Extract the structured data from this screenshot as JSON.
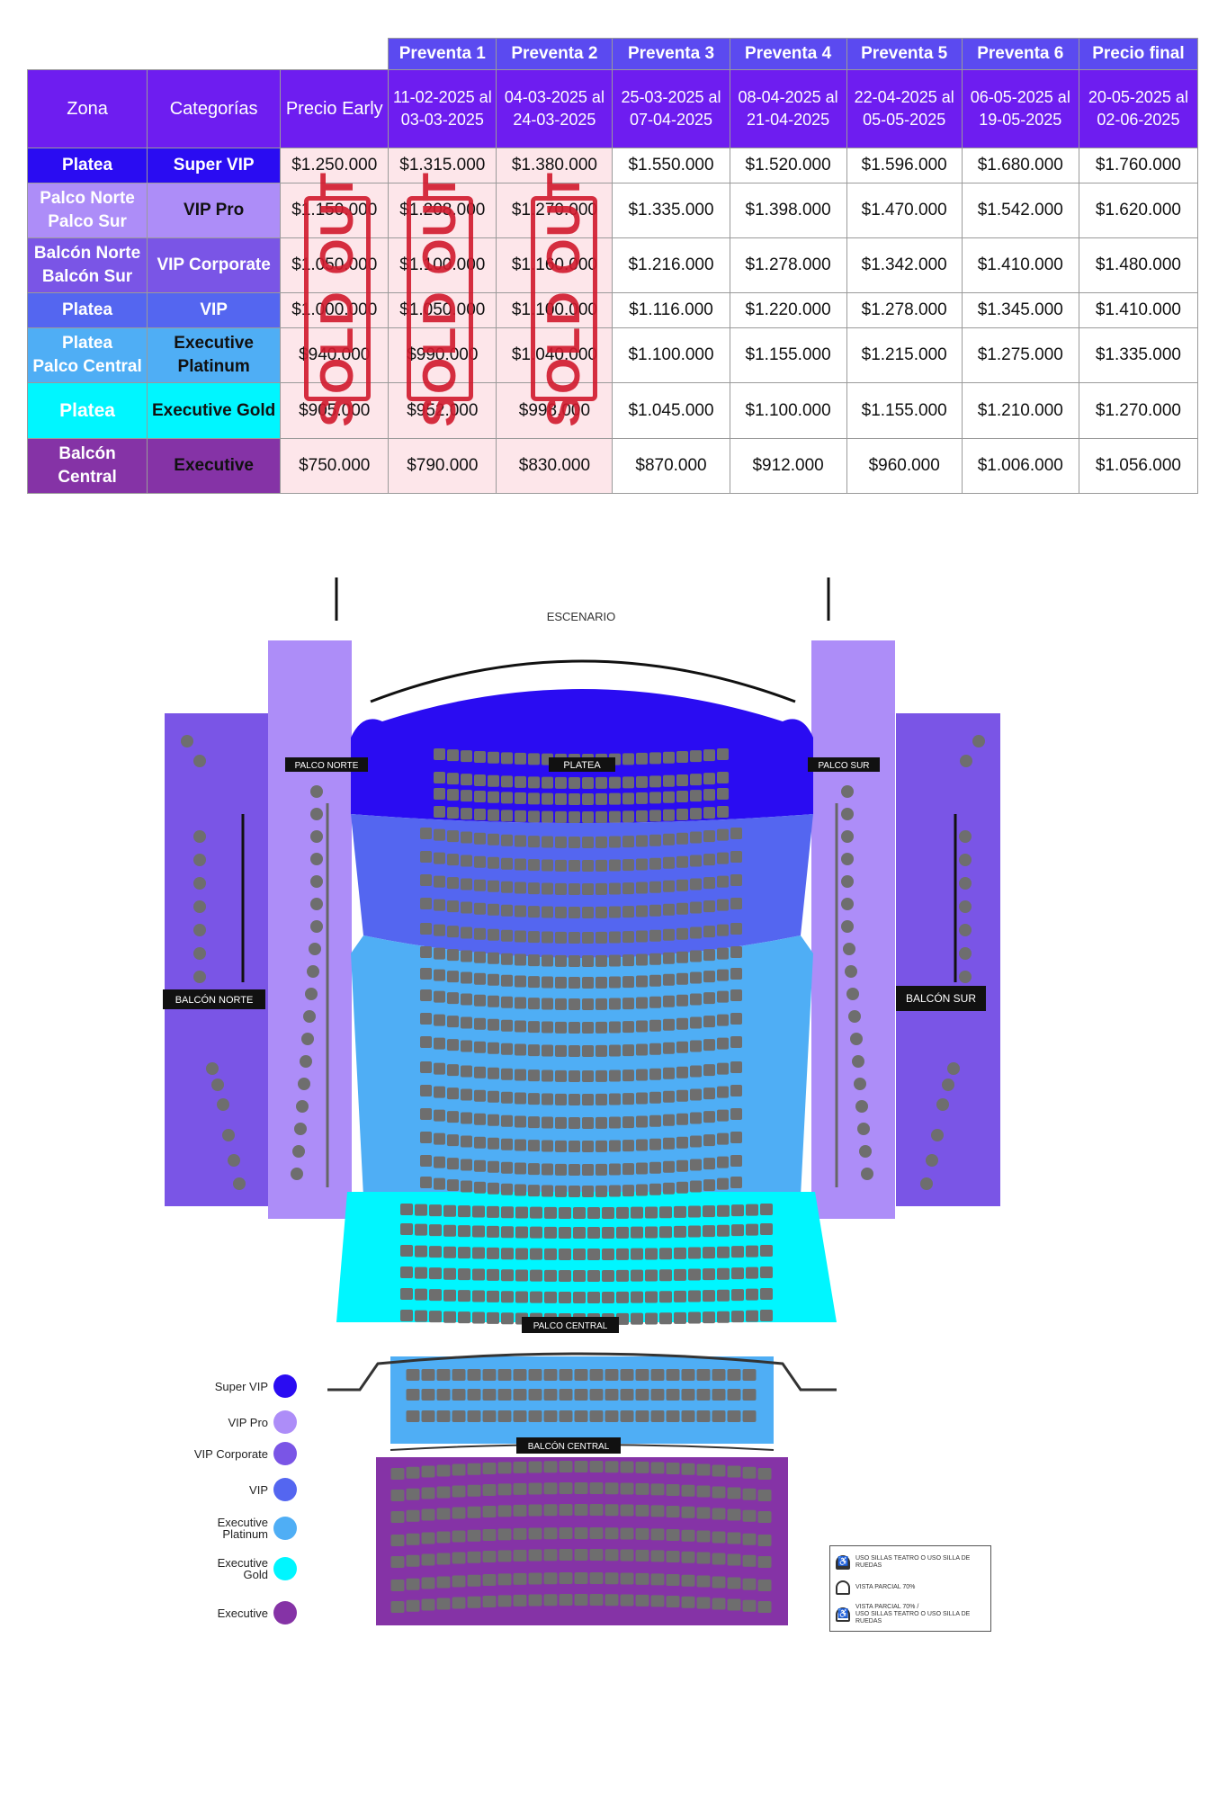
{
  "table": {
    "presale_headers": [
      "Preventa 1",
      "Preventa 2",
      "Preventa 3",
      "Preventa 4",
      "Preventa 5",
      "Preventa 6",
      "Precio final"
    ],
    "col_zona": "Zona",
    "col_categorias": "Categorías",
    "col_early": "Precio Early",
    "dates": [
      [
        "11-02-2025 al",
        "03-03-2025"
      ],
      [
        "04-03-2025 al",
        "24-03-2025"
      ],
      [
        "25-03-2025 al",
        "07-04-2025"
      ],
      [
        "08-04-2025 al",
        "21-04-2025"
      ],
      [
        "22-04-2025 al",
        "05-05-2025"
      ],
      [
        "06-05-2025 al",
        "19-05-2025"
      ],
      [
        "20-05-2025 al",
        "02-06-2025"
      ]
    ],
    "rows": [
      {
        "zone": [
          "Platea"
        ],
        "category": [
          "Super VIP"
        ],
        "prices": [
          "$1.250.000",
          "$1.315.000",
          "$1.380.000",
          "$1.550.000",
          "$1.520.000",
          "$1.596.000",
          "$1.680.000",
          "$1.760.000"
        ],
        "color": "#2a0cf2"
      },
      {
        "zone": [
          "Palco Norte",
          "Palco Sur"
        ],
        "category": [
          "VIP Pro"
        ],
        "prices": [
          "$1.150.000",
          "$1.208.000",
          "$1.270.000",
          "$1.335.000",
          "$1.398.000",
          "$1.470.000",
          "$1.542.000",
          "$1.620.000"
        ],
        "color": "#ad8df8"
      },
      {
        "zone": [
          "Balcón Norte",
          "Balcón Sur"
        ],
        "category": [
          "VIP Corporate"
        ],
        "prices": [
          "$1.050.000",
          "$1.100.000",
          "$1.160.000",
          "$1.216.000",
          "$1.278.000",
          "$1.342.000",
          "$1.410.000",
          "$1.480.000"
        ],
        "color": "#7a55e6"
      },
      {
        "zone": [
          "Platea"
        ],
        "category": [
          "VIP"
        ],
        "prices": [
          "$1.000.000",
          "$1.050.000",
          "$1.100.000",
          "$1.116.000",
          "$1.220.000",
          "$1.278.000",
          "$1.345.000",
          "$1.410.000"
        ],
        "color": "#5466f0"
      },
      {
        "zone": [
          "Platea",
          "Palco Central"
        ],
        "category": [
          "Executive",
          "Platinum"
        ],
        "prices": [
          "$940.000",
          "$990.000",
          "$1.040.000",
          "$1.100.000",
          "$1.155.000",
          "$1.215.000",
          "$1.275.000",
          "$1.335.000"
        ],
        "color": "#4faef5"
      },
      {
        "zone": [
          "Platea"
        ],
        "category": [
          "Executive Gold"
        ],
        "prices": [
          "$905.000",
          "$952.000",
          "$998.000",
          "$1.045.000",
          "$1.100.000",
          "$1.155.000",
          "$1.210.000",
          "$1.270.000"
        ],
        "color": "#00f6ff"
      },
      {
        "zone": [
          "Balcón",
          "Central"
        ],
        "category": [
          "Executive"
        ],
        "prices": [
          "$750.000",
          "$790.000",
          "$830.000",
          "$870.000",
          "$912.000",
          "$960.000",
          "$1.006.000",
          "$1.056.000"
        ],
        "color": "#8533a6"
      }
    ],
    "sold_out_label": "SOLD OUT"
  },
  "map": {
    "stage_label": "ESCENARIO",
    "labels": {
      "platea": "PLATEA",
      "palco_norte": "PALCO NORTE",
      "palco_sur": "PALCO SUR",
      "balcon_norte": "BALCÓN NORTE",
      "balcon_sur": "BALCÓN SUR",
      "palco_central": "PALCO CENTRAL",
      "balcon_central": "BALCÓN CENTRAL"
    },
    "colors": {
      "super_vip": "#2a0cf2",
      "vip_pro": "#ad8df8",
      "vip_corporate": "#7a55e6",
      "vip": "#5466f0",
      "executive_platinum": "#4faef5",
      "executive_gold": "#00f6ff",
      "executive": "#8533a6"
    }
  },
  "legend": [
    {
      "label": [
        "Super VIP"
      ],
      "color": "#2a0cf2"
    },
    {
      "label": [
        "VIP Pro"
      ],
      "color": "#ad8df8"
    },
    {
      "label": [
        "VIP Corporate"
      ],
      "color": "#7a55e6"
    },
    {
      "label": [
        "VIP"
      ],
      "color": "#5466f0"
    },
    {
      "label": [
        "Executive",
        "Platinum"
      ],
      "color": "#4faef5"
    },
    {
      "label": [
        "Executive",
        "Gold"
      ],
      "color": "#00f6ff"
    },
    {
      "label": [
        "Executive"
      ],
      "color": "#8533a6"
    }
  ],
  "accessibility": {
    "wheelchair": "USO SILLAS TEATRO O USO SILLA DE RUEDAS",
    "partial_view": "VISTA PARCIAL 70%",
    "partial_view_wheelchair": [
      "VISTA PARCIAL 70% /",
      "USO SILLAS TEATRO O USO SILLA DE RUEDAS"
    ]
  }
}
